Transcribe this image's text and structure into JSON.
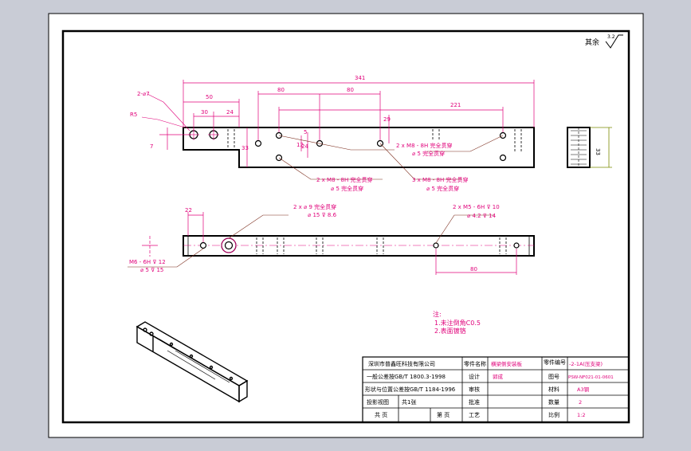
{
  "colors": {
    "background": "#c9ccd6",
    "paper": "#ffffff",
    "outline": "#000000",
    "dimension": "#e0007a",
    "leader": "#7a2a1a",
    "tolerance_box": "#7a8a00"
  },
  "surface_finish": {
    "label": "其余",
    "value": "3.2"
  },
  "dimensions": {
    "overall_length": "341",
    "d50": "50",
    "d30": "30",
    "d24": "24",
    "d80a": "80",
    "d80b": "80",
    "d221": "221",
    "d5": "5",
    "d7": "7",
    "d33": "33",
    "d33_end": "33",
    "d12": "12",
    "d24_vert": "24",
    "d29": "29",
    "r5": "R5",
    "two_phi7": "2-⌀7",
    "bottom_22": "22",
    "bottom_80": "80"
  },
  "callouts": {
    "c1": {
      "line1": "2 x  M8 - 8H 完全贯穿",
      "line2": "⌀ 5 完全贯穿"
    },
    "c2": {
      "line1": "2 x  M8 - 8H 完全贯穿",
      "line2": "⌀ 5 完全贯穿"
    },
    "c3": {
      "line1": "3 x  M8 - 8H 完全贯穿",
      "line2": "⌀ 5 完全贯穿"
    },
    "c4": {
      "line1": "2 x  ⌀ 9 完全贯穿",
      "line2": "⌀ 15 ⊽ 8.6"
    },
    "c5": {
      "line1": "2 x  M5 - 6H ⊽ 10",
      "line2": "⌀ 4.2 ⊽ 14"
    },
    "c6": {
      "line1": "M6 - 6H ⊽ 12",
      "line2": "⌀ 5 ⊽ 15"
    }
  },
  "notes": {
    "title": "注:",
    "line1": "1.未注倒角C0.5",
    "line2": "2.表面镀铬"
  },
  "title_block": {
    "company": "深圳市普鑫旺科技有限公司",
    "std1": "一般公差按GB/T 1800.3-1998",
    "std2": "形状与位置公差按GB/T 1184-1996",
    "projection": "投影视图",
    "sheet_count": "共1张",
    "total": "共    页",
    "page": "第    页",
    "label_part_name": "零件名称",
    "part_name": "横梁侧安装板",
    "label_design": "设计",
    "designer": "郭成",
    "label_check": "审核",
    "label_approve": "批准",
    "label_process": "工艺",
    "label_model": "零件编号",
    "model_value": "-2-1A(压支梁)",
    "label_drawing": "图号",
    "drawing_no": "PSW-NF021-01-0601",
    "label_material": "材料",
    "material": "A3钢",
    "label_qty": "数量",
    "qty": "2",
    "label_scale": "比例",
    "scale": "1:2"
  }
}
